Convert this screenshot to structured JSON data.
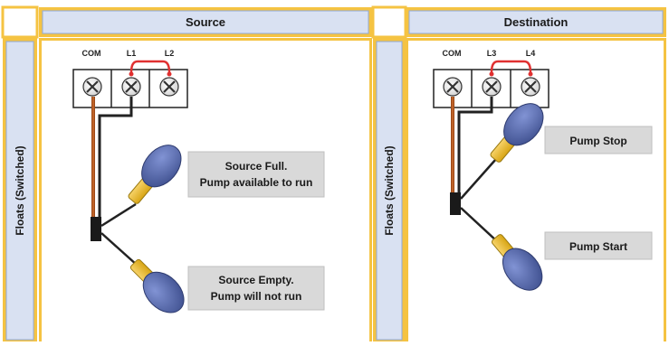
{
  "colors": {
    "frame": "#f5c342",
    "header_fill": "#d9e1f2",
    "header_border": "#8ea9db",
    "label_fill": "#d9d9d9",
    "wire_black": "#222222",
    "wire_brown": "#9c4a1a",
    "jumper": "#e03030",
    "float_body": "#5b6fb5",
    "float_cap": "#f1c232"
  },
  "source": {
    "header": "Source",
    "side_label": "Floats (Switched)",
    "terminals": [
      "COM",
      "L1",
      "L2"
    ],
    "label_upper": {
      "line1": "Source Full.",
      "line2": "Pump available to run"
    },
    "label_lower": {
      "line1": "Source Empty.",
      "line2": "Pump will not run"
    }
  },
  "destination": {
    "header": "Destination",
    "side_label": "Floats (Switched)",
    "terminals": [
      "COM",
      "L3",
      "L4"
    ],
    "label_upper": "Pump Stop",
    "label_lower": "Pump Start"
  }
}
